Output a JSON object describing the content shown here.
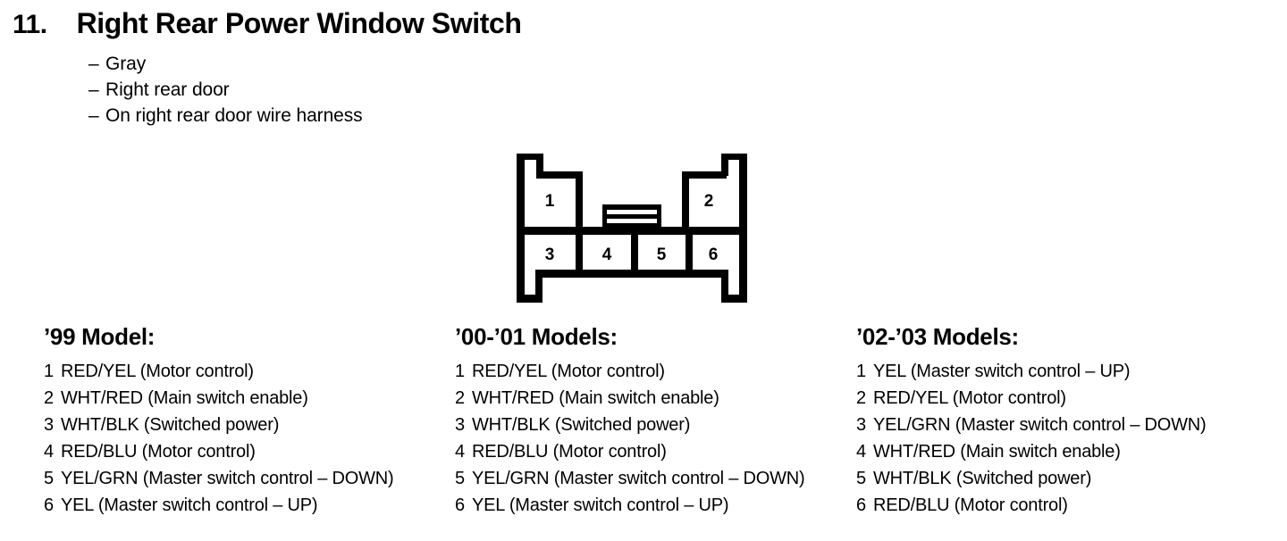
{
  "heading": {
    "number": "11.",
    "title": "Right Rear Power Window Switch"
  },
  "attributes": {
    "dash": "–",
    "items": [
      "Gray",
      "Right rear door",
      "On right rear door wire harness"
    ]
  },
  "connector": {
    "name": "6-pin connector",
    "top_row_pins": [
      "1",
      "2"
    ],
    "bottom_row_pins": [
      "3",
      "4",
      "5",
      "6"
    ],
    "latch": "center-latch"
  },
  "pinout_columns": [
    {
      "heading": "’99 Model:",
      "rows": [
        {
          "num": "1",
          "desc": "RED/YEL (Motor control)"
        },
        {
          "num": "2",
          "desc": "WHT/RED (Main switch enable)"
        },
        {
          "num": "3",
          "desc": "WHT/BLK (Switched power)"
        },
        {
          "num": "4",
          "desc": "RED/BLU (Motor control)"
        },
        {
          "num": "5",
          "desc": "YEL/GRN (Master switch control – DOWN)"
        },
        {
          "num": "6",
          "desc": "YEL (Master switch control – UP)"
        }
      ]
    },
    {
      "heading": "’00-’01 Models:",
      "rows": [
        {
          "num": "1",
          "desc": "RED/YEL (Motor control)"
        },
        {
          "num": "2",
          "desc": "WHT/RED (Main switch enable)"
        },
        {
          "num": "3",
          "desc": "WHT/BLK (Switched power)"
        },
        {
          "num": "4",
          "desc": "RED/BLU (Motor control)"
        },
        {
          "num": "5",
          "desc": "YEL/GRN (Master switch control – DOWN)"
        },
        {
          "num": "6",
          "desc": "YEL (Master switch control – UP)"
        }
      ]
    },
    {
      "heading": "’02-’03 Models:",
      "rows": [
        {
          "num": "1",
          "desc": "YEL (Master switch control – UP)"
        },
        {
          "num": "2",
          "desc": "RED/YEL (Motor control)"
        },
        {
          "num": "3",
          "desc": "YEL/GRN (Master switch control – DOWN)"
        },
        {
          "num": "4",
          "desc": "WHT/RED (Main switch enable)"
        },
        {
          "num": "5",
          "desc": "WHT/BLK (Switched power)"
        },
        {
          "num": "6",
          "desc": "RED/BLU (Motor control)"
        }
      ]
    }
  ],
  "colors": {
    "ink": "#000000",
    "paper": "#ffffff"
  }
}
